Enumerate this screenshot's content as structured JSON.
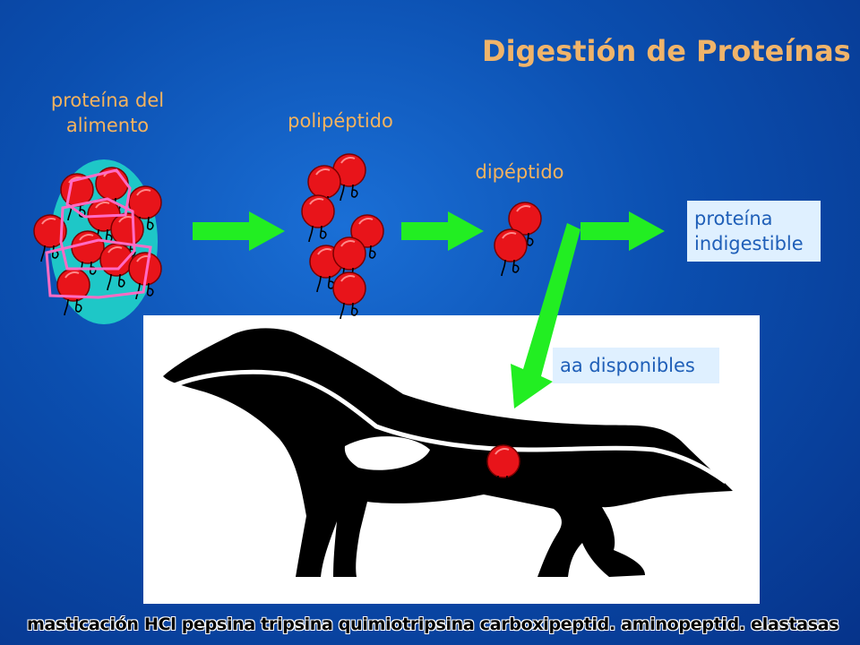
{
  "title": "Digestión de Proteínas",
  "labels": {
    "food_protein": "proteína del alimento",
    "polypeptide": "polipéptido",
    "dipeptide": "dipéptido",
    "indigestible": "proteína indigestible",
    "available_aa": "aa disponibles"
  },
  "footer": "masticación HCl pepsina tripsina quimiotripsina carboxipeptid. aminopeptid. elastasas",
  "colors": {
    "title": "#f0b46a",
    "label": "#f5b35e",
    "arrow": "#22ee22",
    "amino_acid": "#e8141a",
    "box_bg": "#dff0ff",
    "box_text": "#1f5fb8"
  }
}
